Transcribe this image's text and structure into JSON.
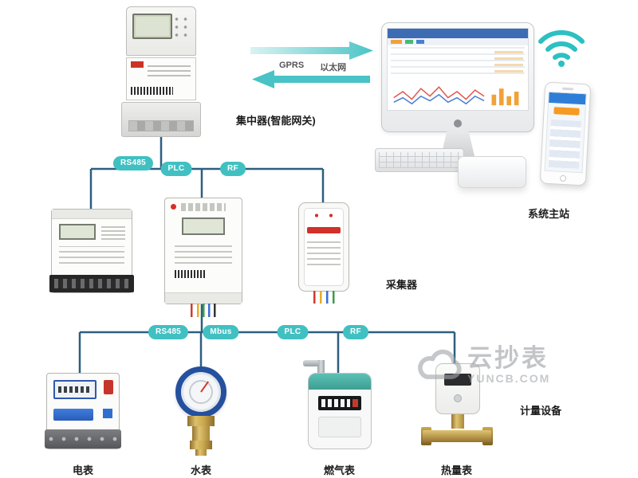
{
  "labels": {
    "concentrator": "集中器(智能网关)",
    "gprs": "GPRS",
    "ethernet": "以太网",
    "master_station": "系统主站",
    "collector": "采集器",
    "metering_devices": "计量设备",
    "electric_meter": "电表",
    "water_meter": "水表",
    "gas_meter": "燃气表",
    "heat_meter": "热量表"
  },
  "bus1": {
    "badges": [
      "RS485",
      "PLC",
      "RF"
    ]
  },
  "bus2": {
    "badges": [
      "RS485",
      "Mbus",
      "PLC",
      "RF"
    ]
  },
  "watermark": {
    "brand": "云抄表",
    "site": "YUNCB.COM"
  },
  "colors": {
    "badge_teal": "#41c0c2",
    "wire_blue": "#2d5f7f",
    "arrow_teal": "#4cc4c6",
    "dashboard_blue": "#3d6cb4",
    "brass": "#caa84e",
    "watermark_gray": "#9da1a5"
  }
}
